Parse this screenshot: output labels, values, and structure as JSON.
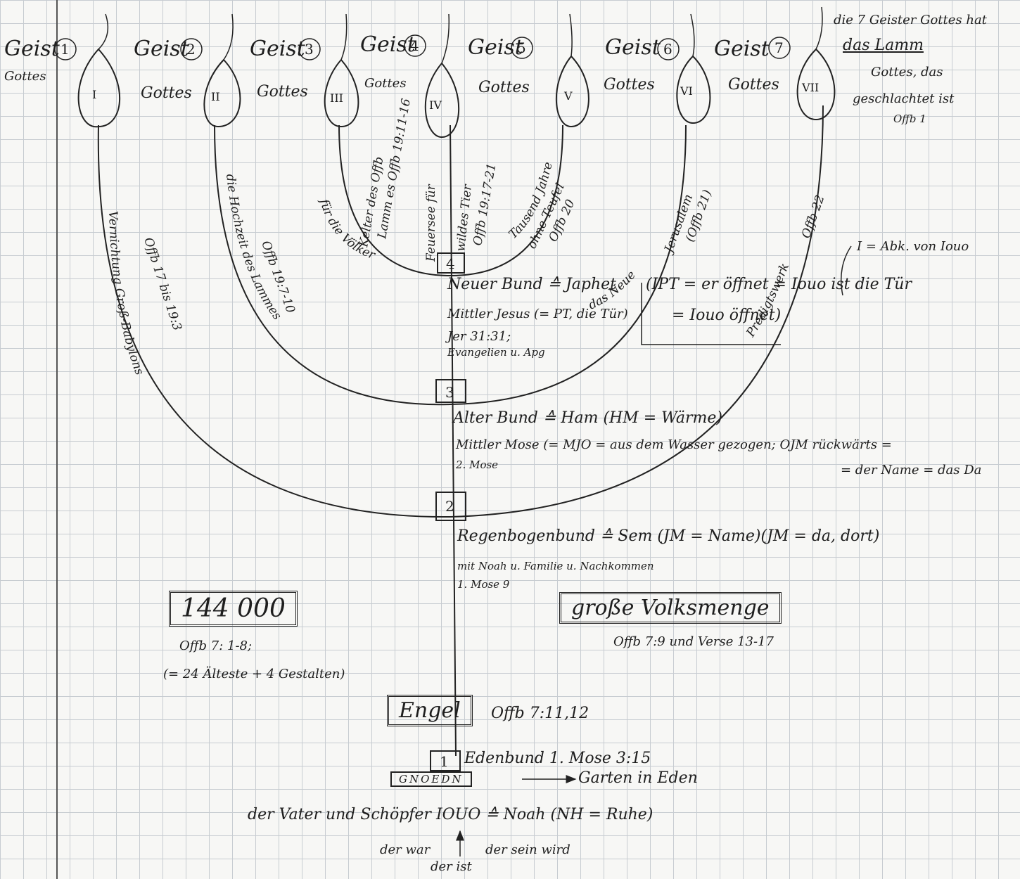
{
  "lamps": [
    {
      "roman": "I",
      "num": "1",
      "geist": "Geist",
      "gottes": "Gottes"
    },
    {
      "roman": "II",
      "num": "2",
      "geist": "Geist",
      "gottes": "Gottes"
    },
    {
      "roman": "III",
      "num": "3",
      "geist": "Geist",
      "gottes": "Gottes"
    },
    {
      "roman": "IV",
      "num": "4",
      "geist": "Geist",
      "gottes": "Gottes"
    },
    {
      "roman": "V",
      "num": "5",
      "geist": "Geist",
      "gottes": "Gottes"
    },
    {
      "roman": "VI",
      "num": "6",
      "geist": "Geist",
      "gottes": "Gottes"
    },
    {
      "roman": "VII",
      "num": "7",
      "geist": "Geist",
      "gottes": "Gottes"
    }
  ],
  "corner_note": {
    "line1": "die 7 Geister Gottes hat",
    "line2": "das Lamm",
    "line3": "Gottes, das",
    "line4": "geschlachtet ist",
    "line5": "Offb 1"
  },
  "arcs": {
    "a1": "Vernichtung Groß-Babylons",
    "a1b": "Offb 17 bis 19:3",
    "a2": "die Hochzeit des Lammes",
    "a2b": "Offb 19:7-10",
    "a3": "für die Völker",
    "a3b": "Kelter des Offb",
    "a3c": "Lamm es Offb 19:11-16",
    "a4": "Feuersee für",
    "a4b": "wildes Tier",
    "a4c": "Offb 19:17-21",
    "a5": "Tausend Jahre",
    "a5b": "ohne Teufel",
    "a5c": "Offb 20",
    "a6": "das Neue",
    "a6b": "Jerusalem",
    "a6c": "(Offb 21)",
    "a7": "Predigtswerk",
    "a7b": "Offb 22"
  },
  "covenants": {
    "n4": "4",
    "n4_line1": "Neuer Bund ≙ Japhet",
    "n4_line1b": "(IPT = er öffnet = Iouo ist die Tür",
    "n4_line2": "Mittler Jesus (= PT, die Tür)",
    "n4_line2b": "= Iouo öffnet)",
    "n4_line3": "Jer 31:31;",
    "n4_line4": "Evangelien u. Apg",
    "n4_abbr": "I = Abk. von Iouo",
    "n3": "3",
    "n3_line1": "Alter Bund ≙ Ham (HM = Wärme)",
    "n3_line2": "Mittler Mose (= MJO = aus dem Wasser gezogen; OJM rückwärts =",
    "n3_line2b": "= der Name = das Da",
    "n3_line3": "2. Mose",
    "n2": "2",
    "n2_line1": "Regenbogenbund ≙ Sem (JM = Name)(JM = da, dort)",
    "n2_line2": "mit Noah u. Familie u. Nachkommen",
    "n2_line3": "1. Mose 9",
    "n1": "1",
    "n1_line1": "Edenbund 1. Mose 3:15"
  },
  "groups": {
    "g1_title": "144 000",
    "g1_ref": "Offb 7: 1-8;",
    "g1_note": "(= 24 Älteste + 4 Gestalten)",
    "g2_title": "große Volksmenge",
    "g2_ref": "Offb 7:9 und Verse 13-17",
    "g3_title": "Engel",
    "g3_ref": "Offb 7:11,12"
  },
  "base": {
    "garden_box": "GNOEDN",
    "garden": "Garten in Eden",
    "father": "der Vater und Schöpfer IOUO ≙ Noah (NH = Ruhe)",
    "was": "der war",
    "is": "der ist",
    "will": "der sein wird"
  }
}
